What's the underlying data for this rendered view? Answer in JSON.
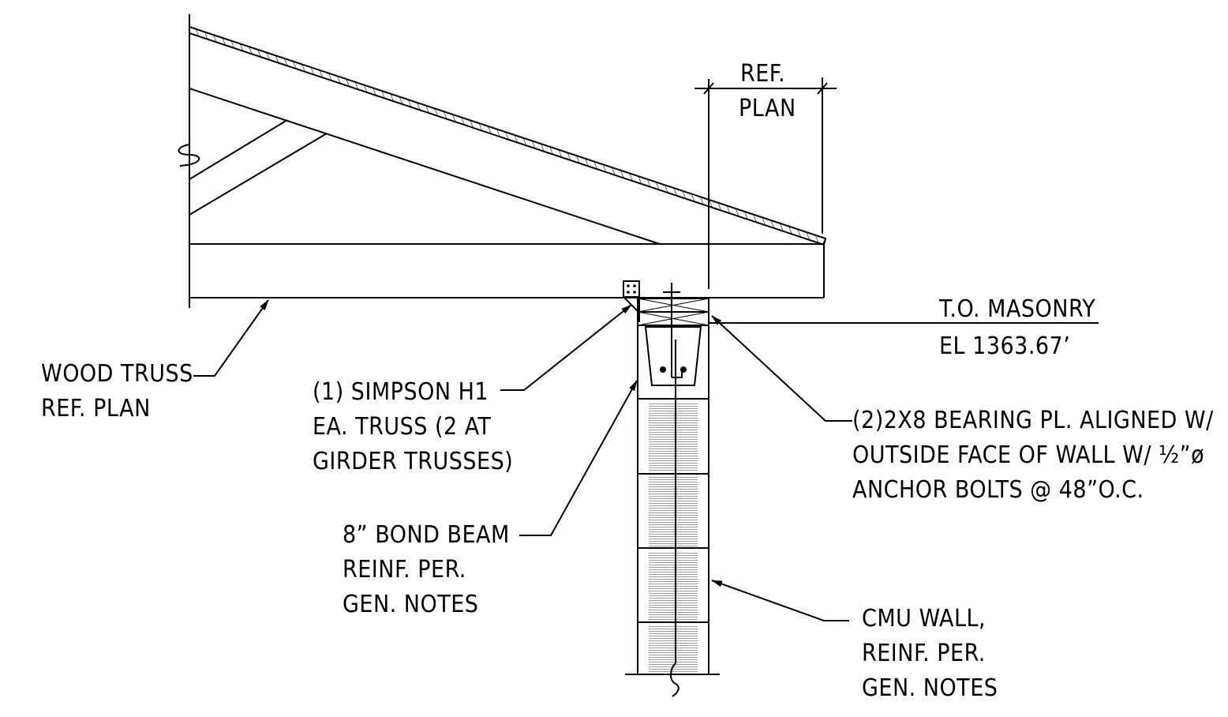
{
  "dimension": {
    "line1": "REF.",
    "line2": "PLAN"
  },
  "elevation": {
    "line1": "T.O. MASONRY",
    "line2": "EL 1363.67’"
  },
  "notes": {
    "truss": [
      "WOOD TRUSS",
      "REF. PLAN"
    ],
    "simpson": [
      "(1) SIMPSON H1",
      "EA. TRUSS (2 AT",
      "GIRDER TRUSSES)"
    ],
    "bond_beam": [
      "8” BOND BEAM",
      "REINF. PER.",
      "GEN. NOTES"
    ],
    "bearing": [
      "(2)2X8 BEARING PL. ALIGNED W/",
      "OUTSIDE FACE OF WALL W/ ½”ø",
      "ANCHOR BOLTS @ 48”O.C."
    ],
    "cmu": [
      "CMU WALL,",
      "REINF. PER.",
      "GEN. NOTES"
    ]
  }
}
